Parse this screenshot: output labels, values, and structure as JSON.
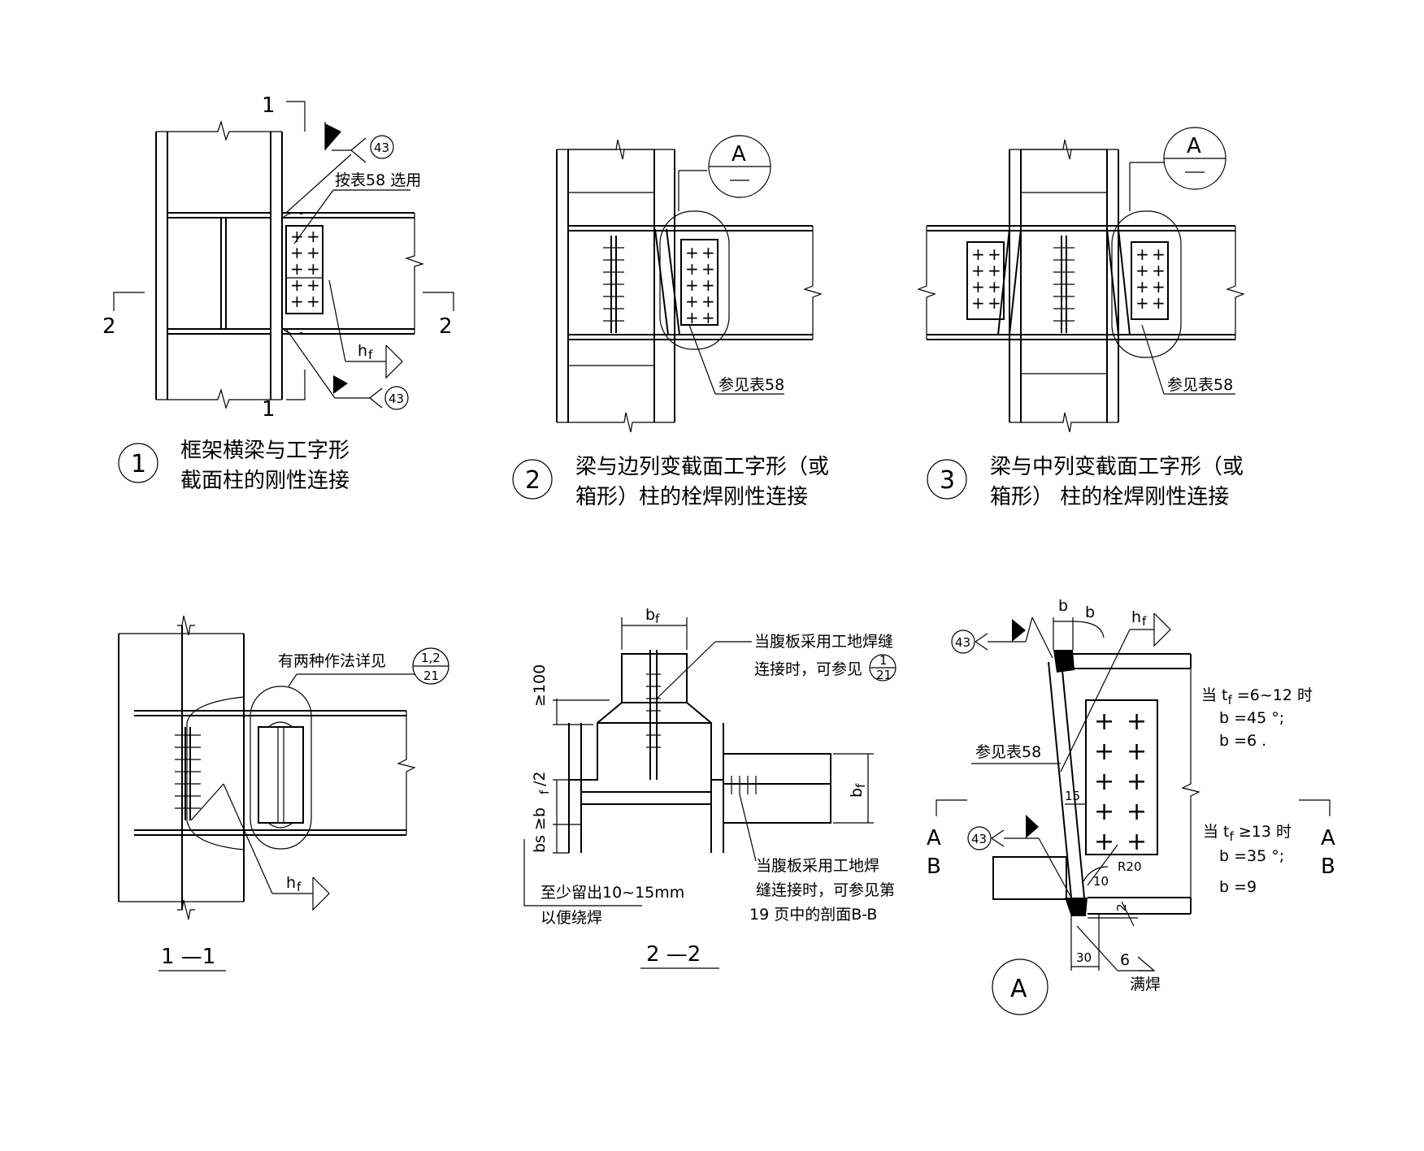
{
  "detail_1": {
    "marker": "1",
    "title_line1": "框架横梁与工字形",
    "title_line2": "截面柱的刚性连接",
    "section_mark_1": "1",
    "section_mark_2": "2",
    "bubble_ref": "43",
    "note_table": "按表58 选用",
    "weld_label": "h",
    "weld_sub": "f"
  },
  "detail_2": {
    "marker": "2",
    "title_line1": "梁与边列变截面工字形（或",
    "title_line2": "箱形）柱的栓焊刚性连接",
    "callout": "A",
    "note": "参见表58"
  },
  "detail_3": {
    "marker": "3",
    "title_line1": "梁与中列变截面工字形（或",
    "title_line2": "箱形） 柱的栓焊刚性连接",
    "callout": "A",
    "note": "参见表58"
  },
  "section_1_1": {
    "label": "1 —1",
    "note": "有两种作法详见",
    "ref_top": "1,2",
    "ref_bottom": "21",
    "weld_label": "h",
    "weld_sub": "f"
  },
  "section_2_2": {
    "label": "2 —2",
    "dim_bf": "b",
    "dim_bf_sub": "f",
    "dim_100": "≥100",
    "dim_bs": "bs ≥b",
    "dim_bs_sub": "f",
    "dim_bs_tail": "/2",
    "note1_line1": "当腹板采用工地焊缝",
    "note1_line2": "连接时，可参见",
    "note1_ref_top": "1",
    "note1_ref_bottom": "21",
    "note2_line1": "当腹板采用工地焊",
    "note2_line2": "缝连接时，可参见第",
    "note2_line3": "19 页中的剖面B-B",
    "note3_line1": "至少留出10~15mm",
    "note3_line2": "以便绕焊"
  },
  "detail_A": {
    "marker": "A",
    "bubble_ref": "43",
    "dim_b": "b",
    "dim_b_angle": "b",
    "weld_label": "h",
    "weld_sub": "f",
    "note": "参见表58",
    "cond1_a": "当 t",
    "cond1_sub": "f",
    "cond1_b": " =6~12  时",
    "cond1_l2": "b =45 °;",
    "cond1_l3": "b =6 .",
    "cond2_a": "当 t",
    "cond2_sub": "f",
    "cond2_b": " ≥13  时",
    "cond2_l2": "b =35 °;",
    "cond2_l3": "b =9",
    "dim_15": "15",
    "dim_10": "10",
    "dim_r20": "R20",
    "dim_2": "2",
    "dim_30": "30",
    "dim_6": "6",
    "full_weld": "满焊",
    "sec_a": "A",
    "sec_b": "B"
  }
}
